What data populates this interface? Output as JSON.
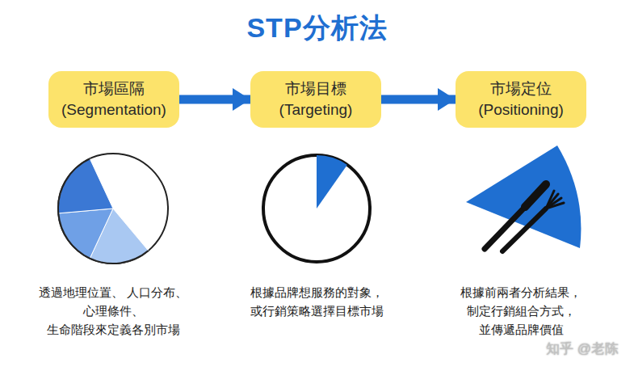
{
  "diagram": {
    "title": "STP分析法",
    "nodes": [
      {
        "text": [
          "市場區隔",
          "(Segmentation)"
        ]
      },
      {
        "text": [
          "市場目標",
          "(Targeting)"
        ]
      },
      {
        "text": [
          "市場定位",
          "(Positioning)"
        ]
      }
    ],
    "edges": [
      {
        "from": 0,
        "to": 1,
        "arrow": "to"
      },
      {
        "from": 1,
        "to": 2,
        "arrow": "to"
      }
    ],
    "labels": [
      "透過地理位置、 人口分布、心理條件、 生命階段來定義各別市場",
      "根據品牌想服務的對象， 或行銷策略選擇目標市場",
      "根據前兩者分析結果， 制定行銷組合方式， 並傳遞品牌價值",
      "知乎 @老陈"
    ]
  }
}
